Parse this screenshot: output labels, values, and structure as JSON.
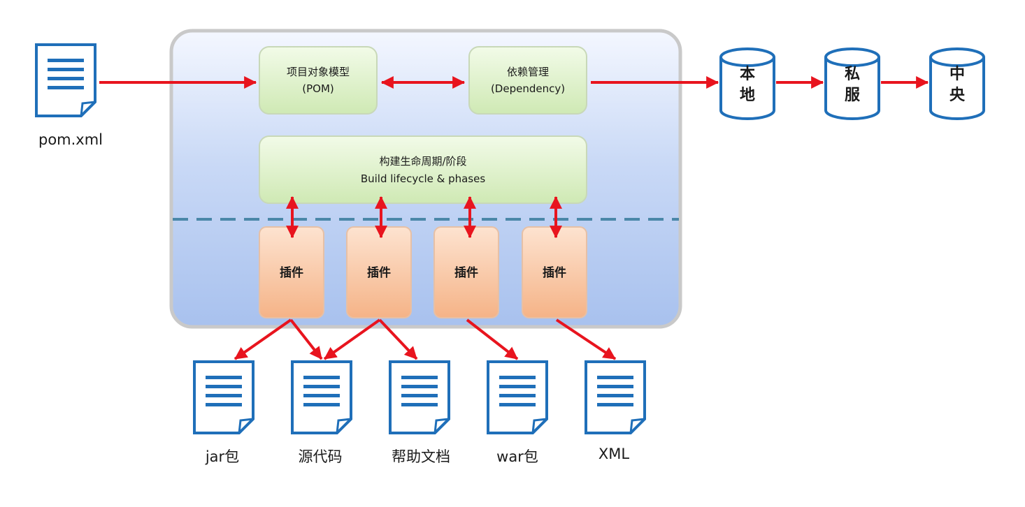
{
  "diagram": {
    "pom_file": {
      "label": "pom.xml",
      "icon": "document-icon"
    },
    "core_boxes": {
      "pom": {
        "line1": "项目对象模型",
        "line2": "(POM)"
      },
      "dependency": {
        "line1": "依赖管理",
        "line2": "(Dependency)"
      },
      "lifecycle": {
        "line1": "构建生命周期/阶段",
        "line2": "Build lifecycle & phases"
      }
    },
    "plugins": [
      {
        "label": "插件"
      },
      {
        "label": "插件"
      },
      {
        "label": "插件"
      },
      {
        "label": "插件"
      }
    ],
    "repositories": [
      {
        "line1": "本",
        "line2": "地"
      },
      {
        "line1": "私",
        "line2": "服"
      },
      {
        "line1": "中",
        "line2": "央"
      }
    ],
    "outputs": [
      {
        "label": "jar包"
      },
      {
        "label": "源代码"
      },
      {
        "label": "帮助文档"
      },
      {
        "label": "war包"
      },
      {
        "label": "XML"
      }
    ],
    "colors": {
      "arrow": "#e8141e",
      "doc_stroke": "#1f6fb9",
      "panel_top": "#f2f6ff",
      "panel_bottom": "#aac3ef",
      "green_box": "#d9f0c2",
      "orange_box": "#f8c29e",
      "dash": "#4a87a8"
    }
  }
}
